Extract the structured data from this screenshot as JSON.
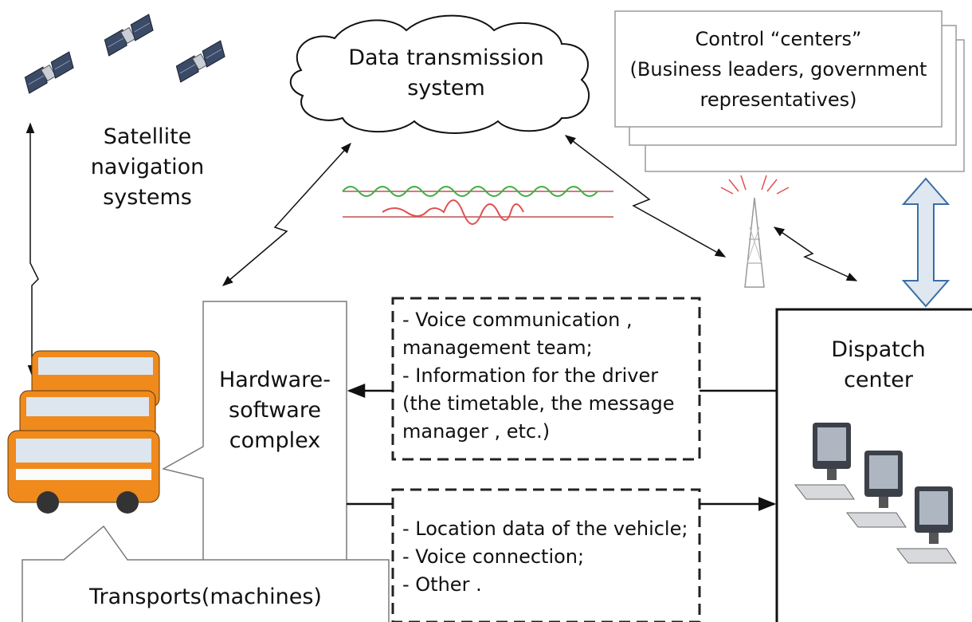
{
  "diagram": {
    "satellite_label": [
      "Satellite",
      "navigation",
      "systems"
    ],
    "cloud_label": [
      "Data transmission",
      "system"
    ],
    "control_centers": [
      "Control “centers”",
      "(Business leaders, government",
      "representatives)"
    ],
    "hardware_label": [
      "Hardware-",
      "software",
      "complex"
    ],
    "dispatch_label": [
      "Dispatch",
      "center"
    ],
    "transports_label": "Transports(machines)",
    "upper_list": [
      "- Voice communication ,",
      "management team;",
      "- Information for the driver",
      "(the timetable, the message",
      "manager , etc.)"
    ],
    "lower_list": [
      "- Location data of the vehicle;",
      "- Voice connection;",
      "- Other ."
    ],
    "icons": [
      "satellite-icon",
      "cloud-icon",
      "radio-tower-icon",
      "bus-icon",
      "computer-workstation-icon",
      "double-arrow-icon"
    ],
    "colors": {
      "wave_green": "#3cb043",
      "wave_red": "#e05050",
      "double_arrow": "#3a6ea5",
      "bus_orange": "#f08a1c"
    }
  }
}
